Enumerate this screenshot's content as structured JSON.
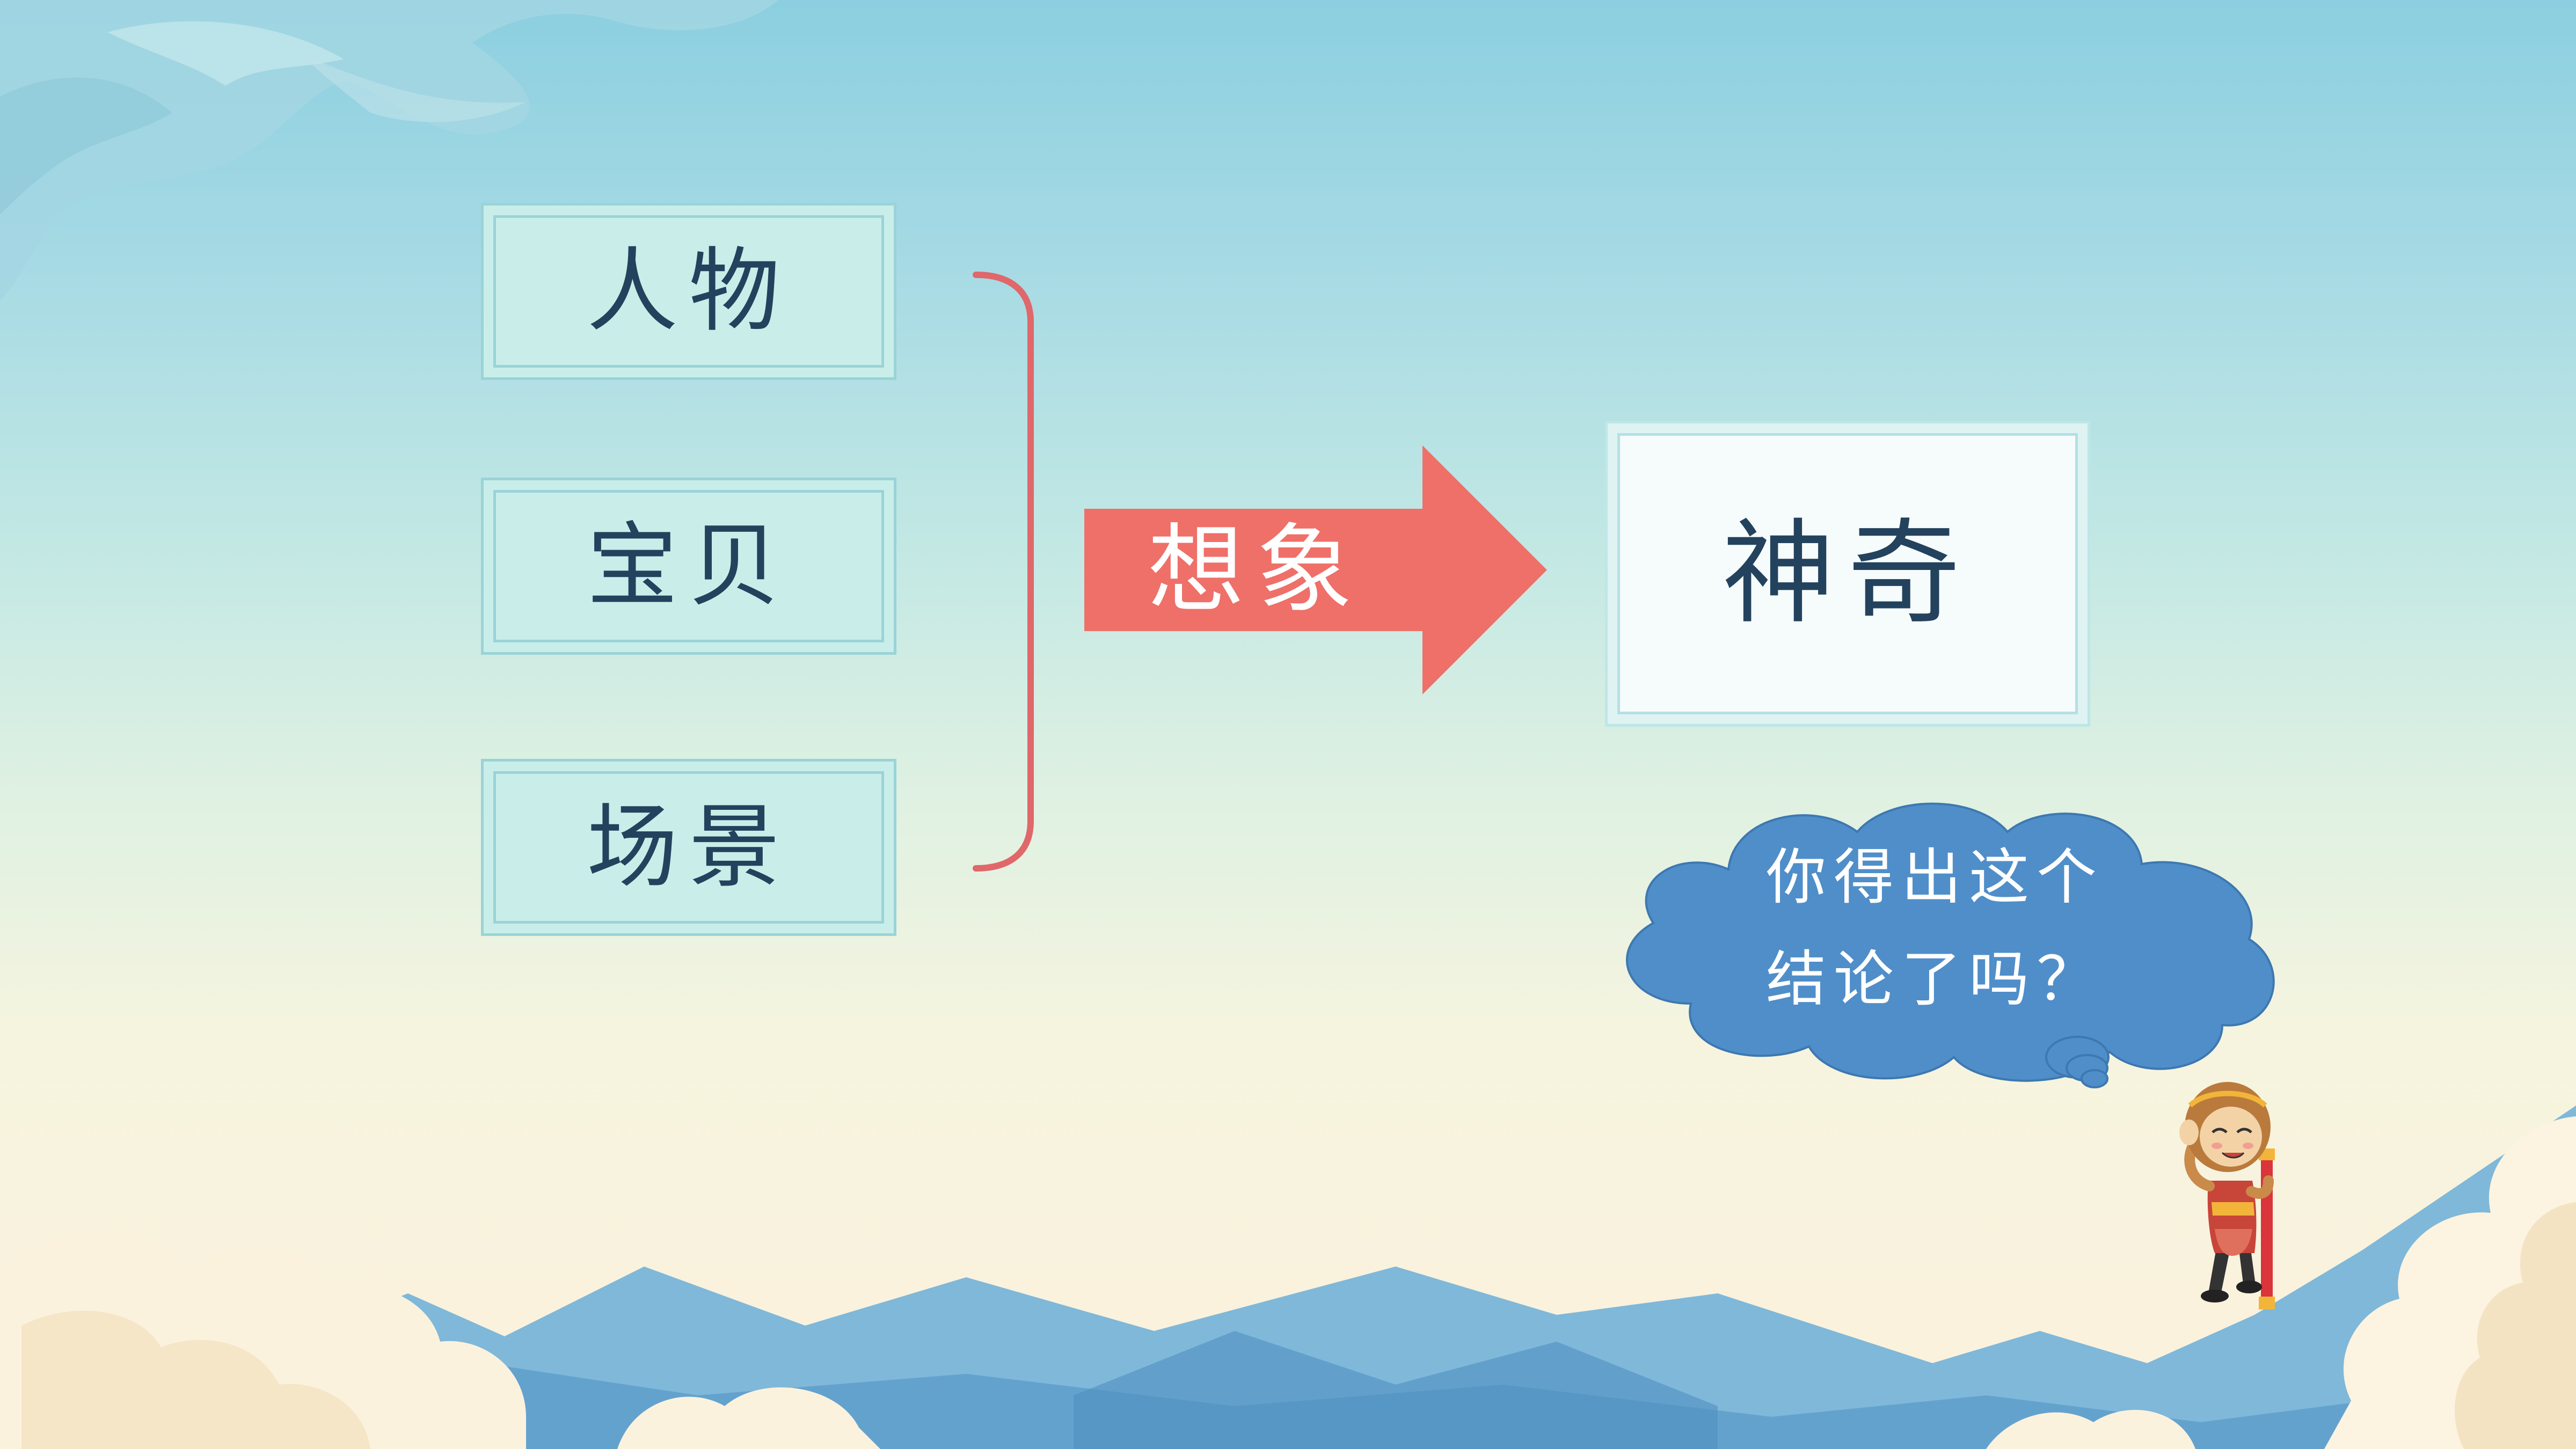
{
  "slide": {
    "items": [
      {
        "label": "人物"
      },
      {
        "label": "宝贝"
      },
      {
        "label": "场景"
      }
    ],
    "arrow_label": "想象",
    "result_label": "神奇",
    "question": {
      "line1": "你得出这个",
      "line2": "结论了吗？"
    }
  },
  "colors": {
    "box_border": "#9ad3d8",
    "box_fill": "#c9eee9",
    "text": "#23425d",
    "arrow": "#ee7068",
    "bracket": "#e0676a",
    "cloud": "#4f8ec9"
  },
  "icons": {
    "character": "monkey-king-icon",
    "question_bubble": "thought-cloud-icon"
  }
}
